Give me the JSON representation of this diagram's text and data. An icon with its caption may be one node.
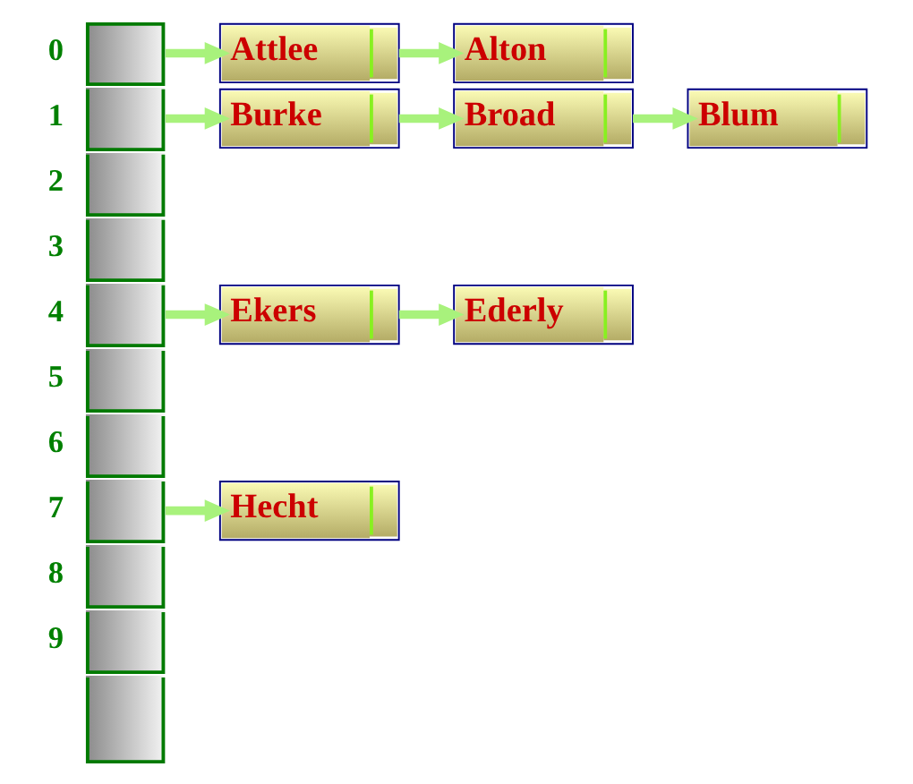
{
  "diagram": {
    "nodes": [
      {
        "text": [],
        "shape": "box",
        "beside": [
          "0"
        ]
      },
      {
        "text": [],
        "shape": "box",
        "beside": [
          "1"
        ]
      },
      {
        "text": [],
        "shape": "box",
        "beside": [
          "2"
        ]
      },
      {
        "text": [],
        "shape": "box",
        "beside": [
          "3"
        ]
      },
      {
        "text": [],
        "shape": "box",
        "beside": [
          "4"
        ]
      },
      {
        "text": [],
        "shape": "box",
        "beside": [
          "5"
        ]
      },
      {
        "text": [],
        "shape": "box",
        "beside": [
          "6"
        ]
      },
      {
        "text": [],
        "shape": "box",
        "beside": [
          "7"
        ]
      },
      {
        "text": [],
        "shape": "box",
        "beside": [
          "8"
        ]
      },
      {
        "text": [],
        "shape": "box",
        "beside": [
          "9"
        ]
      },
      {
        "text": [],
        "shape": "box"
      },
      {
        "text": [
          "Attlee"
        ]
      },
      {
        "text": [
          "Alton"
        ]
      },
      {
        "text": [
          "Burke"
        ]
      },
      {
        "text": [
          "Broad"
        ]
      },
      {
        "text": [
          "Blum"
        ]
      },
      {
        "text": [
          "Ekers"
        ]
      },
      {
        "text": [
          "Ederly"
        ]
      },
      {
        "text": [
          "Hecht"
        ]
      }
    ],
    "edges": [
      {
        "from": 0,
        "to": 11,
        "arrow": "to"
      },
      {
        "from": 11,
        "to": 12,
        "arrow": "to"
      },
      {
        "from": 1,
        "to": 13,
        "arrow": "to"
      },
      {
        "from": 13,
        "to": 14,
        "arrow": "to"
      },
      {
        "from": 14,
        "to": 15,
        "arrow": "to"
      },
      {
        "from": 4,
        "to": 16,
        "arrow": "to"
      },
      {
        "from": 16,
        "to": 17,
        "arrow": "to"
      },
      {
        "from": 7,
        "to": 18,
        "arrow": "to"
      }
    ]
  }
}
